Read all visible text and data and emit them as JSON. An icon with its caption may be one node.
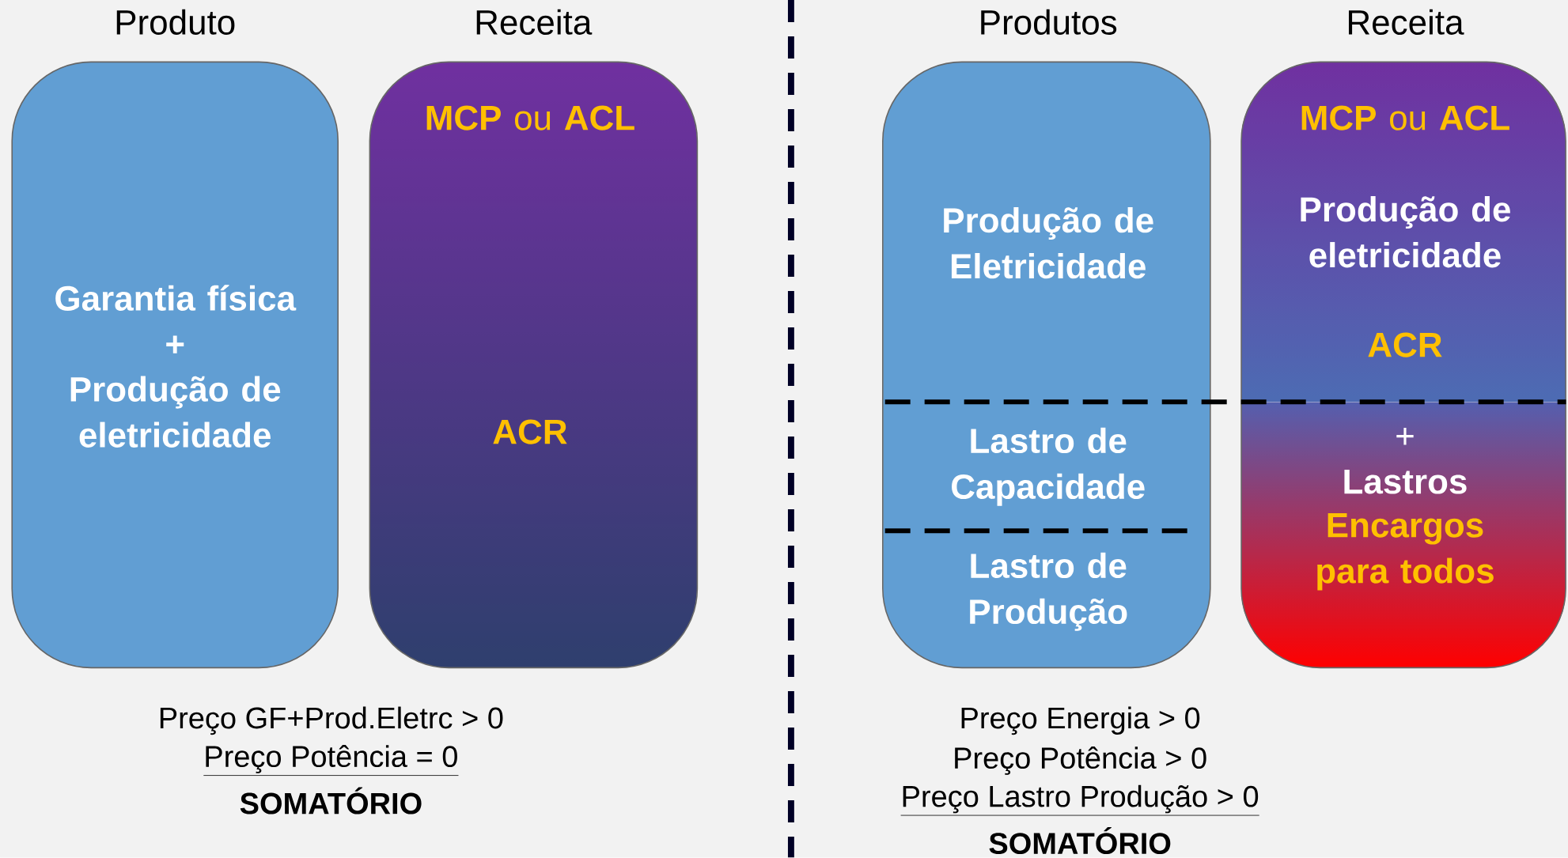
{
  "diagram": {
    "nodes": [
      {
        "text": [
          "Produto",
          "Garantia física",
          "+",
          "Produção de eletricidade"
        ]
      },
      {
        "text": [
          "Receita",
          "**MCP** ou **ACL**",
          "ACR"
        ]
      },
      {
        "text": [
          "Produtos",
          "Produção de Eletricidade",
          "Lastro de Capacidade",
          "Lastro de Produção"
        ]
      },
      {
        "text": [
          "Receita",
          "**MCP** ou **ACL**",
          "Produção de eletricidade",
          "ACR",
          "+",
          "Lastros",
          "Encargos para todos"
        ]
      }
    ],
    "labels": [
      "Preço GF+Prod.Eletrc > 0",
      "Preço Potência = 0",
      "SOMATÓRIO",
      "Preço Energia > 0",
      "Preço Potência > 0",
      "Preço Lastro Produção > 0",
      "SOMATÓRIO"
    ]
  }
}
